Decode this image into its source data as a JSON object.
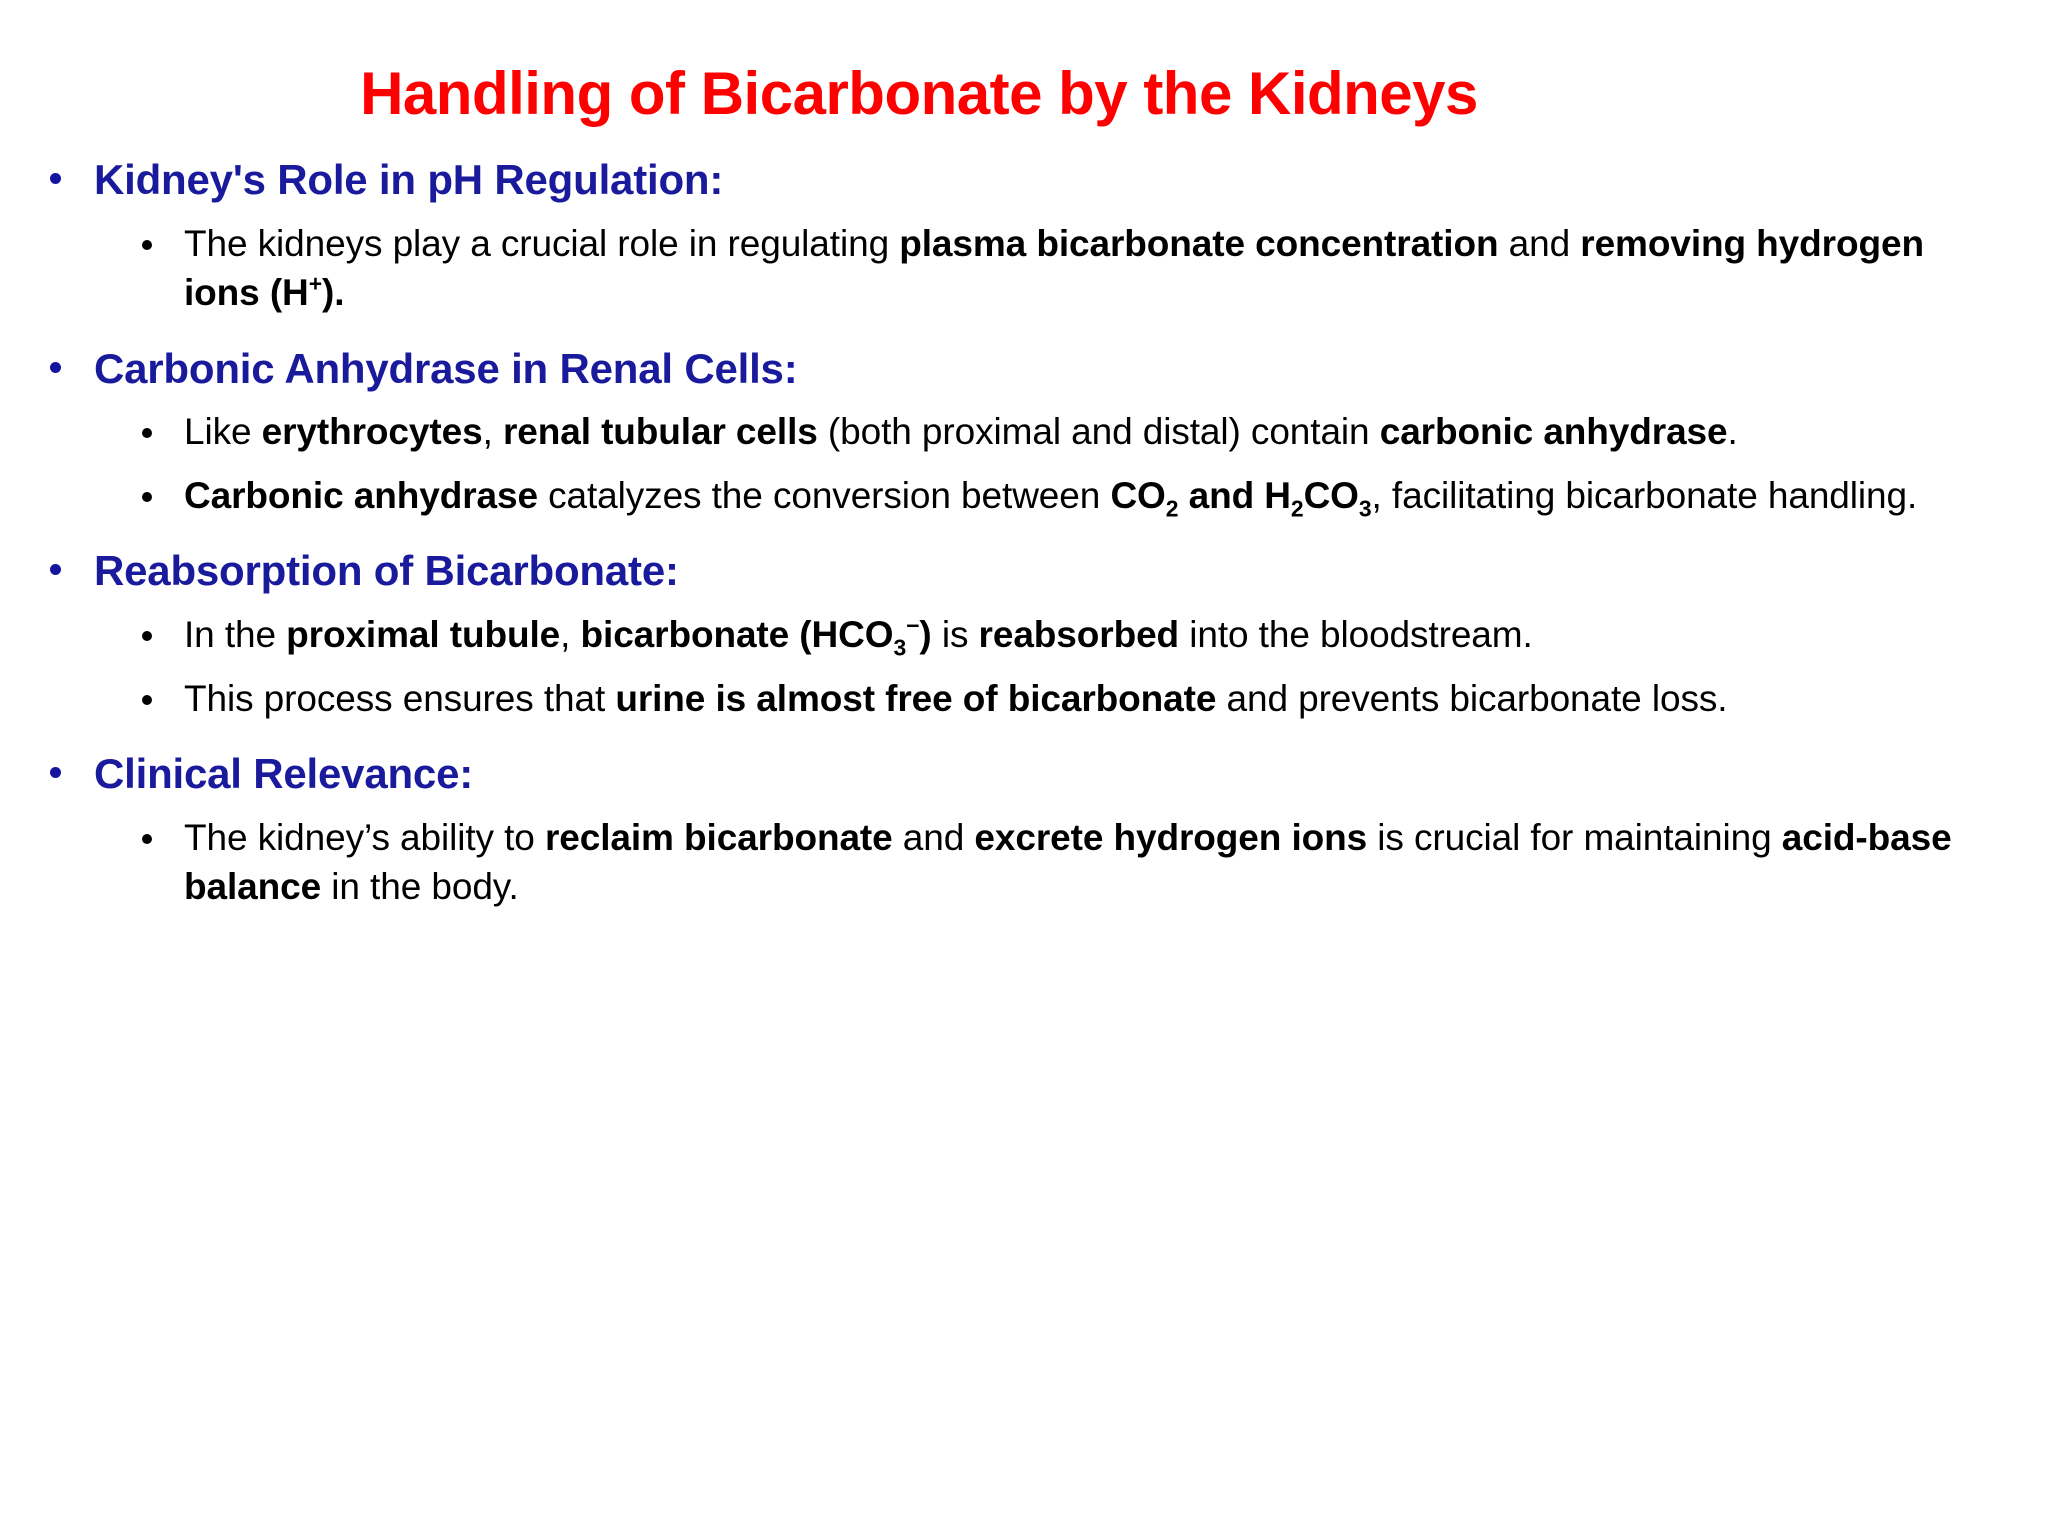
{
  "slide": {
    "title": "Handling of Bicarbonate by the Kidneys",
    "title_color": "#FF0000",
    "heading_color": "#1A1A9C",
    "body_color": "#000000",
    "background_color": "#FFFFFF",
    "sections": [
      {
        "heading": "Kidney's Role in pH Regulation:",
        "bullets": [
          {
            "plain": "The kidneys play a crucial role in regulating plasma bicarbonate concentration and removing hydrogen ions (H+).",
            "runs": [
              {
                "text": "The kidneys play a crucial role in regulating ",
                "bold": false
              },
              {
                "text": "plasma bicarbonate concentration",
                "bold": true
              },
              {
                "text": " and ",
                "bold": false
              },
              {
                "text": "removing hydrogen ions (H",
                "bold": true
              },
              {
                "text": "+",
                "bold": true,
                "script": "sup"
              },
              {
                "text": ").",
                "bold": true
              }
            ]
          }
        ]
      },
      {
        "heading": "Carbonic Anhydrase in Renal Cells:",
        "bullets": [
          {
            "plain": "Like erythrocytes, renal tubular cells (both proximal and distal) contain carbonic anhydrase.",
            "runs": [
              {
                "text": "Like ",
                "bold": false
              },
              {
                "text": "erythrocytes",
                "bold": true
              },
              {
                "text": ", ",
                "bold": false
              },
              {
                "text": "renal tubular cells",
                "bold": true
              },
              {
                "text": " (both proximal and distal) contain ",
                "bold": false
              },
              {
                "text": "carbonic anhydrase",
                "bold": true
              },
              {
                "text": ".",
                "bold": false
              }
            ]
          },
          {
            "plain": "Carbonic anhydrase catalyzes the conversion between CO2 and H2CO3, facilitating bicarbonate handling.",
            "runs": [
              {
                "text": "Carbonic anhydrase",
                "bold": true
              },
              {
                "text": " catalyzes the conversion between ",
                "bold": false
              },
              {
                "text": "CO",
                "bold": true
              },
              {
                "text": "2",
                "bold": true,
                "script": "sub"
              },
              {
                "text": " and ",
                "bold": true
              },
              {
                "text": "H",
                "bold": true
              },
              {
                "text": "2",
                "bold": true,
                "script": "sub"
              },
              {
                "text": "CO",
                "bold": true
              },
              {
                "text": "3",
                "bold": true,
                "script": "sub"
              },
              {
                "text": ", facilitating bicarbonate handling.",
                "bold": false
              }
            ]
          }
        ]
      },
      {
        "heading": "Reabsorption of Bicarbonate:",
        "bullets": [
          {
            "plain": "In the proximal tubule, bicarbonate (HCO3-) is reabsorbed into the bloodstream.",
            "runs": [
              {
                "text": "In the ",
                "bold": false
              },
              {
                "text": "proximal tubule",
                "bold": true
              },
              {
                "text": ", ",
                "bold": false
              },
              {
                "text": "bicarbonate (HCO",
                "bold": true
              },
              {
                "text": "3",
                "bold": true,
                "script": "sub"
              },
              {
                "text": "−",
                "bold": true,
                "script": "sup"
              },
              {
                "text": ")",
                "bold": true
              },
              {
                "text": " is ",
                "bold": false
              },
              {
                "text": "reabsorbed",
                "bold": true
              },
              {
                "text": " into the bloodstream.",
                "bold": false
              }
            ]
          },
          {
            "plain": "This process ensures that urine is almost free of bicarbonate and prevents bicarbonate loss.",
            "runs": [
              {
                "text": "This process ensures that ",
                "bold": false
              },
              {
                "text": "urine is almost free of bicarbonate",
                "bold": true
              },
              {
                "text": " and prevents bicarbonate loss.",
                "bold": false
              }
            ]
          }
        ]
      },
      {
        "heading": "Clinical Relevance:",
        "bullets": [
          {
            "plain": "The kidney’s ability to reclaim bicarbonate and excrete hydrogen ions is crucial for maintaining acid-base balance in the body.",
            "runs": [
              {
                "text": "The kidney’s ability to ",
                "bold": false
              },
              {
                "text": "reclaim bicarbonate",
                "bold": true
              },
              {
                "text": " and ",
                "bold": false
              },
              {
                "text": "excrete hydrogen ions",
                "bold": true
              },
              {
                "text": " is crucial for maintaining ",
                "bold": false
              },
              {
                "text": "acid-base balance",
                "bold": true
              },
              {
                "text": " in the body.",
                "bold": false
              }
            ]
          }
        ]
      }
    ]
  }
}
